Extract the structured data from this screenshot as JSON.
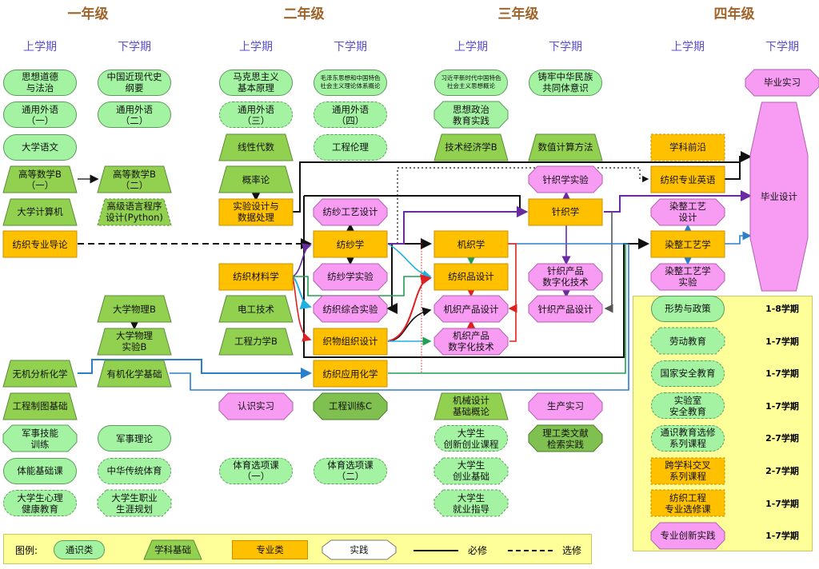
{
  "years": [
    "一年级",
    "二年级",
    "三年级",
    "四年级"
  ],
  "semesters": [
    "上学期",
    "下学期",
    "上学期",
    "下学期",
    "上学期",
    "下学期",
    "上学期",
    "下学期"
  ],
  "colors": {
    "general": "#a3f3a3",
    "foundation": "#92d050",
    "major": "#ffc000",
    "practice": "#f79cf2",
    "practice_general": "#a3f3a3",
    "practice_foundation": "#80c050",
    "extra_box": "#ffff99",
    "year": "#a0642a",
    "semester": "#5a4fd0"
  },
  "courses": [
    {
      "id": "sxdd",
      "label": "思想道德\n与法治",
      "type": "general",
      "elective": false
    },
    {
      "id": "wy1",
      "label": "通用外语\n（一）",
      "type": "general",
      "elective": false
    },
    {
      "id": "dxyw",
      "label": "大学语文",
      "type": "general",
      "elective": false
    },
    {
      "id": "gs1",
      "label": "高等数学B\n（一）",
      "type": "foundation",
      "elective": false
    },
    {
      "id": "dxjsj",
      "label": "大学计算机",
      "type": "foundation",
      "elective": false
    },
    {
      "id": "dl",
      "label": "纺织专业导论",
      "type": "major",
      "elective": false
    },
    {
      "id": "wjfx",
      "label": "无机分析化学",
      "type": "foundation",
      "elective": false
    },
    {
      "id": "gczt",
      "label": "工程制图基础",
      "type": "foundation",
      "elective": false
    },
    {
      "id": "jsjn",
      "label": "军事技能\n训练",
      "type": "practice_general",
      "elective": false
    },
    {
      "id": "tnjc",
      "label": "体能基础课",
      "type": "general",
      "elective": false
    },
    {
      "id": "xljk",
      "label": "大学生心理\n健康教育",
      "type": "general",
      "elective": true
    },
    {
      "id": "zgjxd",
      "label": "中国近现代史\n纲要",
      "type": "general",
      "elective": false
    },
    {
      "id": "wy2",
      "label": "通用外语\n（二）",
      "type": "general",
      "elective": false
    },
    {
      "id": "gs2",
      "label": "高等数学B\n（二）",
      "type": "foundation",
      "elective": false
    },
    {
      "id": "python",
      "label": "高级语言程序\n设计(Python)",
      "type": "foundation",
      "elective": true
    },
    {
      "id": "wl",
      "label": "大学物理B",
      "type": "foundation",
      "elective": false
    },
    {
      "id": "wlsy",
      "label": "大学物理\n实验B",
      "type": "foundation",
      "elective": false
    },
    {
      "id": "yjhx",
      "label": "有机化学基础",
      "type": "foundation",
      "elective": false
    },
    {
      "id": "jsll",
      "label": "军事理论",
      "type": "general",
      "elective": false
    },
    {
      "id": "zhct",
      "label": "中华传统体育",
      "type": "general",
      "elective": true
    },
    {
      "id": "zygh",
      "label": "大学生职业\n生涯规划",
      "type": "practice_general",
      "elective": true
    },
    {
      "id": "mks",
      "label": "马克思主义\n基本原理",
      "type": "general",
      "elective": false
    },
    {
      "id": "wy3",
      "label": "通用外语\n（三）",
      "type": "general",
      "elective": true
    },
    {
      "id": "xxds",
      "label": "线性代数",
      "type": "foundation",
      "elective": false
    },
    {
      "id": "gll",
      "label": "概率论",
      "type": "foundation",
      "elective": false
    },
    {
      "id": "sysj",
      "label": "实验设计与\n数据处理",
      "type": "major",
      "elective": false
    },
    {
      "id": "clx",
      "label": "纺织材料学",
      "type": "major",
      "elective": false
    },
    {
      "id": "dgjs",
      "label": "电工技术",
      "type": "foundation",
      "elective": false
    },
    {
      "id": "gclx",
      "label": "工程力学B",
      "type": "foundation",
      "elective": false
    },
    {
      "id": "rssx",
      "label": "认识实习",
      "type": "practice",
      "elective": false
    },
    {
      "id": "ty1",
      "label": "体育选项课\n（一）",
      "type": "general",
      "elective": true
    },
    {
      "id": "mzd",
      "label": "毛泽东思想和中国特色\n社会主义理论体系概论",
      "type": "general",
      "elective": false,
      "small": true
    },
    {
      "id": "wy4",
      "label": "通用外语\n（四）",
      "type": "general",
      "elective": true
    },
    {
      "id": "gcll",
      "label": "工程伦理",
      "type": "general",
      "elective": true
    },
    {
      "id": "fsgysj",
      "label": "纺纱工艺设计",
      "type": "practice",
      "elective": false
    },
    {
      "id": "fsx",
      "label": "纺纱学",
      "type": "major",
      "elective": false
    },
    {
      "id": "fsxsy",
      "label": "纺纱学实验",
      "type": "practice",
      "elective": false
    },
    {
      "id": "fzzhsy",
      "label": "纺织综合实验",
      "type": "practice",
      "elective": false
    },
    {
      "id": "zwzzsj",
      "label": "织物组织设计",
      "type": "major",
      "elective": false
    },
    {
      "id": "yyhx",
      "label": "纺织应用化学",
      "type": "major",
      "elective": false
    },
    {
      "id": "gcxl",
      "label": "工程训练C",
      "type": "practice_foundation",
      "elective": false
    },
    {
      "id": "ty2",
      "label": "体育选项课\n（二）",
      "type": "general",
      "elective": true
    },
    {
      "id": "xjp",
      "label": "习近平新时代中国特色\n社会主义思想概论",
      "type": "general",
      "elective": false,
      "small": true
    },
    {
      "id": "szsj",
      "label": "思想政治\n教育实践",
      "type": "practice_general",
      "elective": false
    },
    {
      "id": "jsjj",
      "label": "技术经济学B",
      "type": "foundation",
      "elective": false
    },
    {
      "id": "jzx",
      "label": "机织学",
      "type": "major",
      "elective": false
    },
    {
      "id": "fzpsj",
      "label": "纺织品设计",
      "type": "major",
      "elective": false
    },
    {
      "id": "jzcpsj",
      "label": "机织产品设计",
      "type": "practice",
      "elective": false
    },
    {
      "id": "jzszh",
      "label": "机织产品\n数字化技术",
      "type": "practice",
      "elective": false
    },
    {
      "id": "jxsj",
      "label": "机械设计\n基础概论",
      "type": "foundation",
      "elective": false
    },
    {
      "id": "cxcy",
      "label": "大学生\n创新创业课程",
      "type": "general",
      "elective": true
    },
    {
      "id": "cyjc",
      "label": "大学生\n创业基础",
      "type": "practice_general",
      "elective": true
    },
    {
      "id": "jyzd",
      "label": "大学生\n就业指导",
      "type": "practice_general",
      "elective": true
    },
    {
      "id": "zlzh",
      "label": "铸牢中华民族\n共同体意识",
      "type": "general",
      "elective": false
    },
    {
      "id": "szjs",
      "label": "数值计算方法",
      "type": "foundation",
      "elective": false
    },
    {
      "id": "zzxsy",
      "label": "针织学实验",
      "type": "practice",
      "elective": false
    },
    {
      "id": "zzx",
      "label": "针织学",
      "type": "major",
      "elective": false
    },
    {
      "id": "zzszh",
      "label": "针织产品\n数字化技术",
      "type": "practice",
      "elective": false
    },
    {
      "id": "zzcpsj",
      "label": "针织产品设计",
      "type": "practice",
      "elective": false
    },
    {
      "id": "scsx",
      "label": "生产实习",
      "type": "practice",
      "elective": false
    },
    {
      "id": "wxjs",
      "label": "理工类文献\n检索实践",
      "type": "practice_foundation",
      "elective": false
    },
    {
      "id": "xkqy",
      "label": "学科前沿",
      "type": "major",
      "elective": true
    },
    {
      "id": "zyyy",
      "label": "纺织专业英语",
      "type": "major",
      "elective": false
    },
    {
      "id": "rzsj",
      "label": "染整工艺\n设计",
      "type": "practice",
      "elective": false
    },
    {
      "id": "rzgyx",
      "label": "染整工艺学",
      "type": "major",
      "elective": false
    },
    {
      "id": "rzsy",
      "label": "染整工艺学\n实验",
      "type": "practice",
      "elective": false
    },
    {
      "id": "bysx",
      "label": "毕业实习",
      "type": "practice",
      "elective": false
    },
    {
      "id": "bysj",
      "label": "毕业设计",
      "type": "practice",
      "elective": false
    }
  ],
  "cross_term": [
    {
      "label": "形势与政策",
      "type": "general",
      "elective": false,
      "term": "1-8学期"
    },
    {
      "label": "劳动教育",
      "type": "practice_general",
      "elective": true,
      "term": "1-7学期"
    },
    {
      "label": "国家安全教育",
      "type": "general",
      "elective": true,
      "term": "1-7学期"
    },
    {
      "label": "实验室\n安全教育",
      "type": "general",
      "elective": true,
      "term": "1-7学期"
    },
    {
      "label": "通识教育选修\n系列课程",
      "type": "general",
      "elective": true,
      "term": "2-7学期"
    },
    {
      "label": "跨学科交叉\n系列课程",
      "type": "major",
      "elective": true,
      "term": "2-7学期"
    },
    {
      "label": "纺织工程\n专业选修课",
      "type": "major",
      "elective": true,
      "term": "1-7学期"
    },
    {
      "label": "专业创新实践",
      "type": "practice",
      "elective": false,
      "term": "1-7学期"
    }
  ],
  "legend": {
    "title": "图例:",
    "general": "通识类",
    "foundation": "学科基础",
    "major": "专业类",
    "practice": "实践",
    "required": "必修",
    "elective": "选修"
  }
}
